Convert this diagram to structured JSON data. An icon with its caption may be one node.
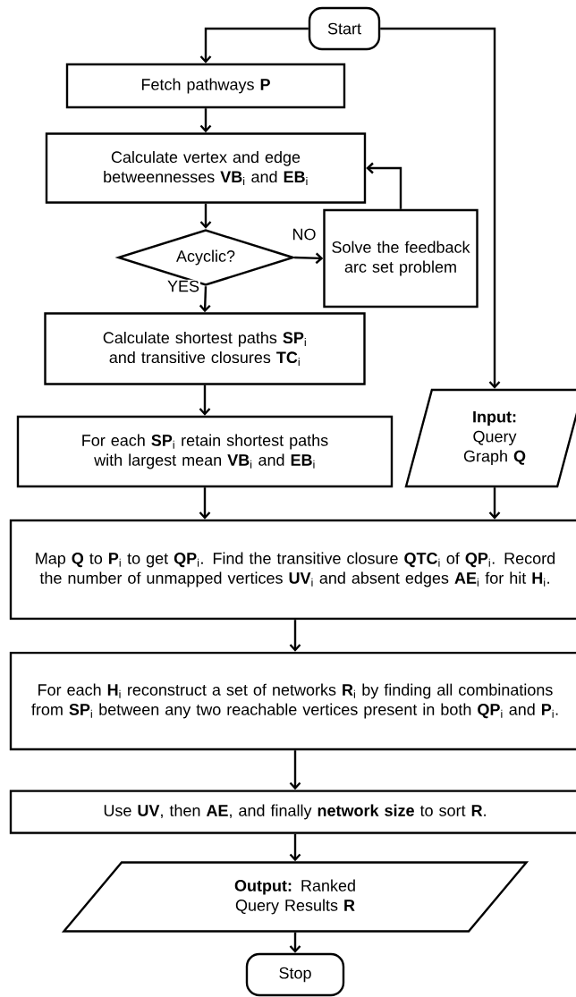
{
  "diagram": {
    "nodes": [
      {
        "text": [
          "Start"
        ]
      },
      {
        "text": [
          "Fetch pathways **P**"
        ]
      },
      {
        "text": [
          "Calculate vertex and edge betweennesses **VB**$_{i}$ and **EB**$_{i}$"
        ]
      },
      {
        "text": [
          "Acyclic?"
        ]
      },
      {
        "text": [
          "Solve the feedback arc set problem"
        ]
      },
      {
        "text": [
          "Calculate shortest paths **SP**$_{i}$ and transitive closures **TC**$_{i}$"
        ]
      },
      {
        "text": [
          "For each **SP**$_{i}$ retain shortest paths with largest mean **VB**$_{i}$ and **EB**$_{i}$"
        ]
      },
      {
        "text": [
          "Input:",
          "Query Graph **Q**"
        ]
      },
      {
        "text": [
          "Map **Q** to **P**$_{i}$ to get **QP**$_{i}$. Find the transitive closure **QTC**$_{i}$ of **QP**$_{i}$. Record the number of unmapped vertices **UV**$_{i}$ and absent edges **AE**$_{i}$ for hit **H**$_{i}$."
        ]
      },
      {
        "text": [
          "For each **H**$_{i}$ reconstruct a set of networks **R**$_{i}$ by finding all combinations from **SP**$_{i}$ between any two reachable vertices present in both **QP**$_{i}$ and **P**$_{i}$."
        ]
      },
      {
        "text": [
          "Use **UV**, then **AE**, and finally **network size** to sort **R**."
        ]
      },
      {
        "text": [
          "**Output:** Ranked Query Results **R**"
        ]
      },
      {
        "text": [
          "Stop"
        ]
      }
    ],
    "edges": [
      {
        "from": 0,
        "to": 1,
        "arrow": "to"
      },
      {
        "from": 0,
        "to": 7,
        "arrow": "to"
      },
      {
        "from": 1,
        "to": 2,
        "arrow": "to"
      },
      {
        "from": 2,
        "to": 3,
        "arrow": "to"
      },
      {
        "from": 3,
        "to": 4,
        "arrow": "to",
        "label": "NO"
      },
      {
        "from": 4,
        "to": 2,
        "arrow": "to"
      },
      {
        "from": 3,
        "to": 5,
        "arrow": "to",
        "label": "YES"
      },
      {
        "from": 5,
        "to": 6,
        "arrow": "to"
      },
      {
        "from": 6,
        "to": 8,
        "arrow": "to"
      },
      {
        "from": 7,
        "to": 8,
        "arrow": "to"
      },
      {
        "from": 8,
        "to": 9,
        "arrow": "to"
      },
      {
        "from": 9,
        "to": 10,
        "arrow": "to"
      },
      {
        "from": 10,
        "to": 11,
        "arrow": "to"
      },
      {
        "from": 11,
        "to": 12,
        "arrow": "to"
      }
    ]
  }
}
